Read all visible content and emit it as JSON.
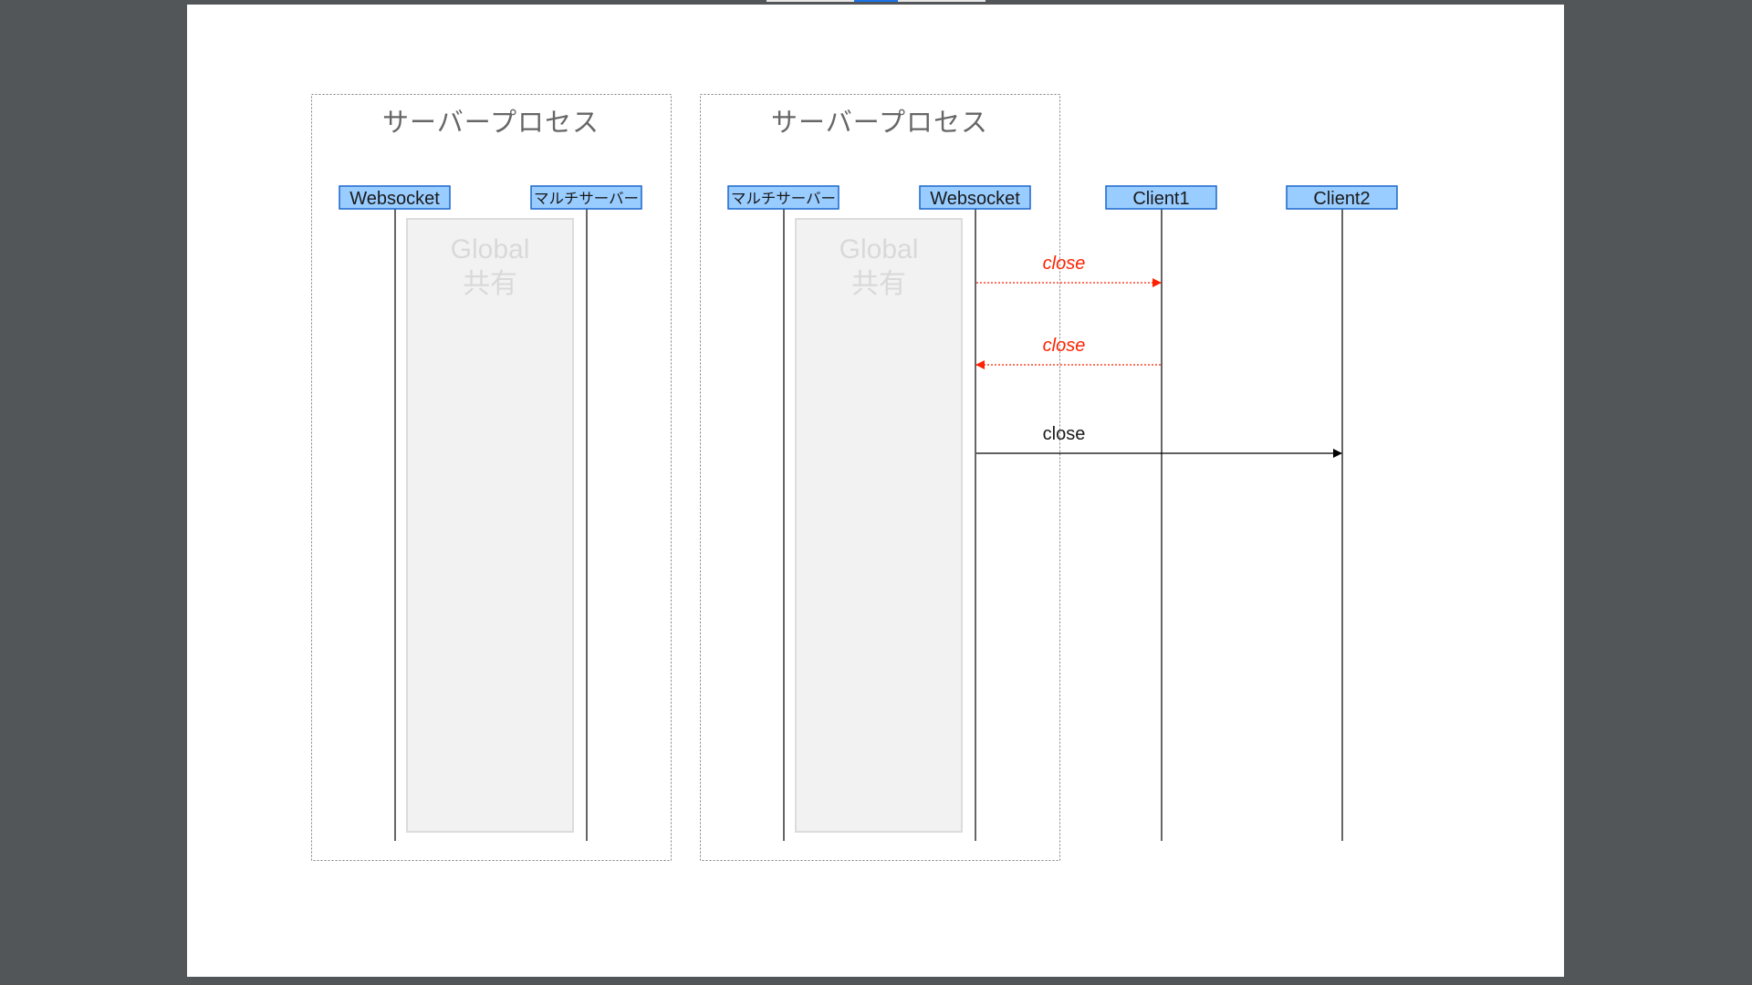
{
  "diagram": {
    "process_title": "サーバープロセス",
    "processes": [
      {
        "title": "サーバープロセス",
        "lifelines": [
          "Websocket",
          "マルチサーバー"
        ],
        "shared_area": [
          "Global",
          "共有"
        ]
      },
      {
        "title": "サーバープロセス",
        "lifelines": [
          "マルチサーバー",
          "Websocket"
        ],
        "shared_area": [
          "Global",
          "共有"
        ]
      }
    ],
    "clients": [
      "Client1",
      "Client2"
    ],
    "messages": [
      {
        "from": "Websocket",
        "to": "Client1",
        "label": "close",
        "style": "dotted",
        "color": "#ff2200",
        "italic": true
      },
      {
        "from": "Client1",
        "to": "Websocket",
        "label": "close",
        "style": "dotted",
        "color": "#ff2200",
        "italic": true
      },
      {
        "from": "Websocket",
        "to": "Client2",
        "label": "close",
        "style": "solid",
        "color": "#000000",
        "italic": false
      }
    ]
  },
  "colors": {
    "lifeline_fill": "#99ccff",
    "lifeline_stroke": "#1a66cc",
    "shared_fill": "#f2f2f2",
    "shared_text": "#d9d9d9",
    "title_text": "#666666",
    "message_alert": "#ff2200",
    "background": "#525659",
    "page": "#ffffff"
  }
}
